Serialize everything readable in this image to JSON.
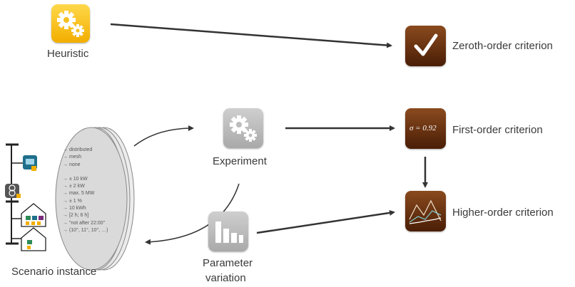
{
  "heuristic": {
    "label": "Heuristic",
    "icon": "gears-icon"
  },
  "experiment": {
    "label": "Experiment",
    "icon": "gears-icon"
  },
  "parameter_variation": {
    "label_line1": "Parameter",
    "label_line2": "variation",
    "icon": "bar-chart-icon"
  },
  "scenario": {
    "label": "Scenario instance",
    "lines": [
      "→ distributed",
      "→ mesh",
      "→ none",
      "",
      "→ ± 10 kW",
      "→ ± 2 kW",
      "→ max. 5 MW",
      "→ ± 1 %",
      "→ 10 kWh",
      "→ [2 h; 6 h]",
      "→ \"not after 22:00\"",
      "→ (10°, 11°, 10°, …)"
    ]
  },
  "criteria": {
    "zeroth": {
      "label": "Zeroth-order criterion",
      "icon": "checkmark-icon"
    },
    "first": {
      "label": "First-order criterion",
      "value_text": "σ = 0.92"
    },
    "higher": {
      "label": "Higher-order criterion",
      "icon": "line-chart-icon"
    }
  },
  "colors": {
    "gold": "#f2ae00",
    "brown": "#5a2a0c",
    "gray": "#b5b5b5",
    "arrow": "#333333"
  }
}
